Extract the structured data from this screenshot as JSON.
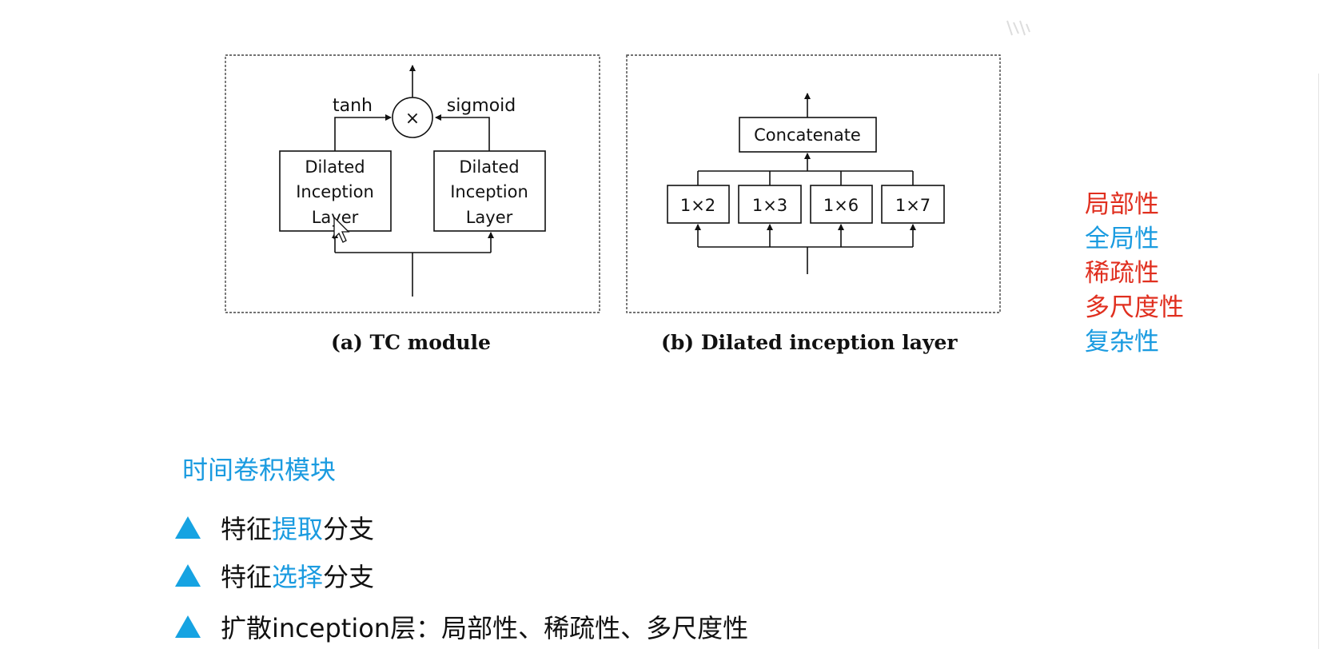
{
  "figure_a": {
    "label_left": "tanh",
    "label_right": "sigmoid",
    "multiply_symbol": "×",
    "left_block": [
      "Dilated",
      "Inception",
      "Layer"
    ],
    "right_block": [
      "Dilated",
      "Inception",
      "Layer"
    ],
    "caption": "(a) TC module"
  },
  "figure_b": {
    "concat_label": "Concatenate",
    "kernels": [
      "1×2",
      "1×3",
      "1×6",
      "1×7"
    ],
    "caption": "(b) Dilated inception layer"
  },
  "properties": [
    {
      "text": "局部性",
      "color": "#e02f1f"
    },
    {
      "text": "全局性",
      "color": "#1a9be0"
    },
    {
      "text": "稀疏性",
      "color": "#e02f1f"
    },
    {
      "text": "多尺度性",
      "color": "#e02f1f"
    },
    {
      "text": "复杂性",
      "color": "#1a9be0"
    }
  ],
  "section_title": "时间卷积模块",
  "bullets": [
    {
      "prefix": "特征",
      "highlight": "提取",
      "suffix": "分支"
    },
    {
      "prefix": "特征",
      "highlight": "选择",
      "suffix": "分支"
    },
    {
      "prefix": "扩散inception层：局部性、稀疏性、多尺度性",
      "highlight": "",
      "suffix": ""
    }
  ],
  "colors": {
    "accent_blue": "#1a9be0",
    "accent_red": "#e02f1f",
    "bullet_triangle": "#16a3e2"
  },
  "icons": [
    "mouse-cursor-icon",
    "bullet-triangle-icon",
    "multiply-circle-icon"
  ]
}
